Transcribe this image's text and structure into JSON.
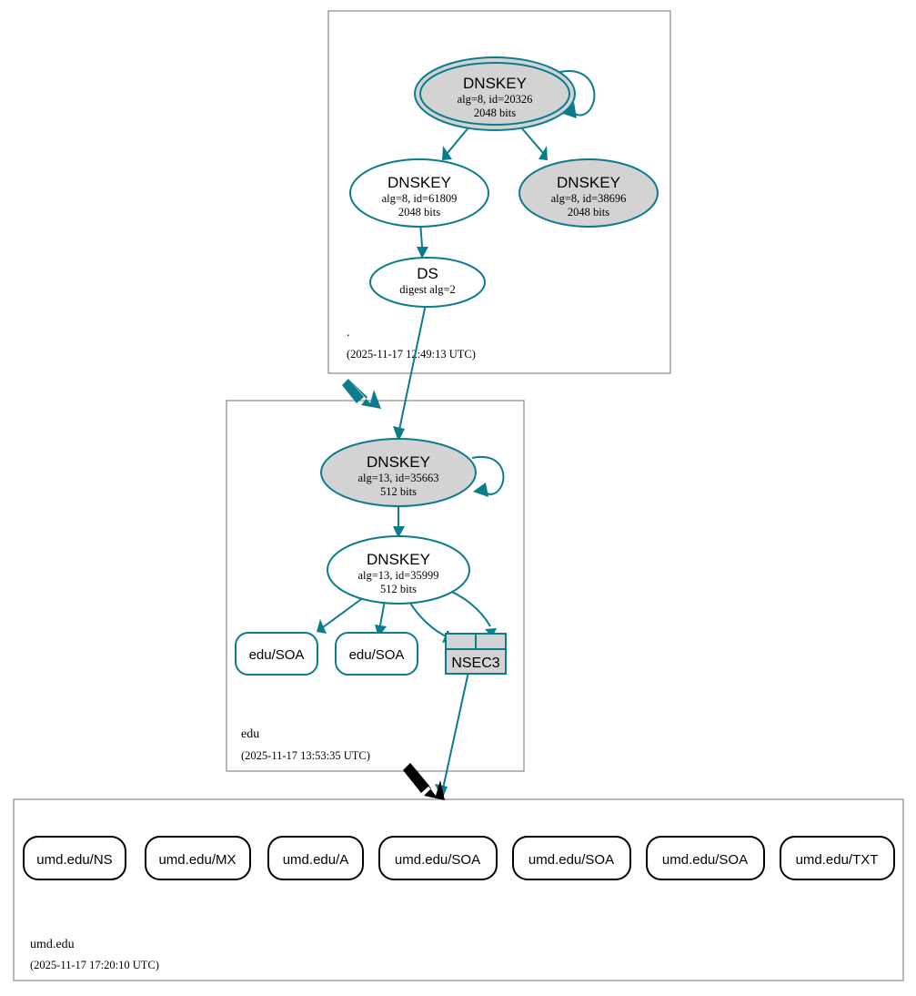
{
  "diagram": {
    "title": "DNSSEC Authentication Chain",
    "colors": {
      "secure": "#0a7c8c",
      "insecure": "#000000",
      "key_fill": "#d3d3d3",
      "zone_border": "#888888",
      "background": "#ffffff"
    }
  },
  "zones": [
    {
      "id": "root",
      "name": ".",
      "timestamp": "(2025-11-17 12:49:13 UTC)",
      "nodes": [
        {
          "id": "root-ksk-20326",
          "type": "DNSKEY",
          "title": "DNSKEY",
          "params": "alg=8, id=20326",
          "size": "2048 bits",
          "fill": "gray",
          "sep": true
        },
        {
          "id": "root-zsk-61809",
          "type": "DNSKEY",
          "title": "DNSKEY",
          "params": "alg=8, id=61809",
          "size": "2048 bits",
          "fill": "white",
          "sep": false
        },
        {
          "id": "root-ksk-38696",
          "type": "DNSKEY",
          "title": "DNSKEY",
          "params": "alg=8, id=38696",
          "size": "2048 bits",
          "fill": "gray",
          "sep": false
        },
        {
          "id": "root-ds",
          "type": "DS",
          "title": "DS",
          "params": "digest alg=2",
          "size": "",
          "fill": "white",
          "sep": false
        }
      ]
    },
    {
      "id": "edu",
      "name": "edu",
      "timestamp": "(2025-11-17 13:53:35 UTC)",
      "nodes": [
        {
          "id": "edu-ksk-35663",
          "type": "DNSKEY",
          "title": "DNSKEY",
          "params": "alg=13, id=35663",
          "size": "512 bits",
          "fill": "gray",
          "sep": false
        },
        {
          "id": "edu-zsk-35999",
          "type": "DNSKEY",
          "title": "DNSKEY",
          "params": "alg=13, id=35999",
          "size": "512 bits",
          "fill": "white",
          "sep": false
        },
        {
          "id": "edu-soa-1",
          "type": "RRSET",
          "title": "edu/SOA",
          "fill": "white"
        },
        {
          "id": "edu-soa-2",
          "type": "RRSET",
          "title": "edu/SOA",
          "fill": "white"
        },
        {
          "id": "edu-nsec3",
          "type": "NSEC3",
          "title": "NSEC3",
          "fill": "gray"
        }
      ]
    },
    {
      "id": "umd",
      "name": "umd.edu",
      "timestamp": "(2025-11-17 17:20:10 UTC)",
      "nodes": [
        {
          "id": "umd-ns",
          "type": "RRSET",
          "title": "umd.edu/NS",
          "fill": "white"
        },
        {
          "id": "umd-mx",
          "type": "RRSET",
          "title": "umd.edu/MX",
          "fill": "white"
        },
        {
          "id": "umd-a",
          "type": "RRSET",
          "title": "umd.edu/A",
          "fill": "white"
        },
        {
          "id": "umd-soa-1",
          "type": "RRSET",
          "title": "umd.edu/SOA",
          "fill": "white"
        },
        {
          "id": "umd-soa-2",
          "type": "RRSET",
          "title": "umd.edu/SOA",
          "fill": "white"
        },
        {
          "id": "umd-soa-3",
          "type": "RRSET",
          "title": "umd.edu/SOA",
          "fill": "white"
        },
        {
          "id": "umd-txt",
          "type": "RRSET",
          "title": "umd.edu/TXT",
          "fill": "white"
        }
      ]
    }
  ],
  "edges": [
    {
      "id": "e-ksk-self",
      "from": "root-ksk-20326",
      "to": "root-ksk-20326",
      "style": "secure"
    },
    {
      "id": "e-ksk-zsk61809",
      "from": "root-ksk-20326",
      "to": "root-zsk-61809",
      "style": "secure"
    },
    {
      "id": "e-ksk-ksk38696",
      "from": "root-ksk-20326",
      "to": "root-ksk-38696",
      "style": "secure"
    },
    {
      "id": "e-zsk-ds",
      "from": "root-zsk-61809",
      "to": "root-ds",
      "style": "secure"
    },
    {
      "id": "e-ds-edukey",
      "from": "root-ds",
      "to": "edu-ksk-35663",
      "style": "secure"
    },
    {
      "id": "e-root-edu-deleg",
      "from": "root",
      "to": "edu",
      "style": "secure-thick"
    },
    {
      "id": "e-edukey-self",
      "from": "edu-ksk-35663",
      "to": "edu-ksk-35663",
      "style": "secure"
    },
    {
      "id": "e-edukey-zsk",
      "from": "edu-ksk-35663",
      "to": "edu-zsk-35999",
      "style": "secure"
    },
    {
      "id": "e-zsk-soa1",
      "from": "edu-zsk-35999",
      "to": "edu-soa-1",
      "style": "secure"
    },
    {
      "id": "e-zsk-soa2",
      "from": "edu-zsk-35999",
      "to": "edu-soa-2",
      "style": "secure"
    },
    {
      "id": "e-zsk-nsec3a",
      "from": "edu-zsk-35999",
      "to": "edu-nsec3",
      "style": "secure"
    },
    {
      "id": "e-zsk-nsec3b",
      "from": "edu-zsk-35999",
      "to": "edu-nsec3",
      "style": "secure"
    },
    {
      "id": "e-nsec3-umd",
      "from": "edu-nsec3",
      "to": "umd",
      "style": "secure"
    },
    {
      "id": "e-edu-umd-deleg",
      "from": "edu",
      "to": "umd",
      "style": "insecure-thick"
    }
  ]
}
